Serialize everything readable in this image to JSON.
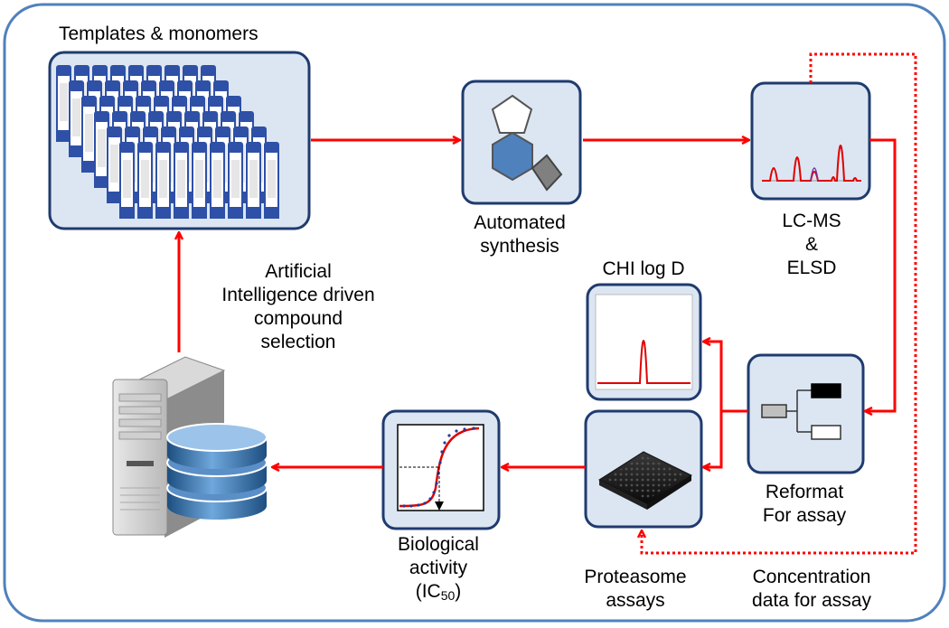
{
  "colors": {
    "frame": "#4f81bd",
    "box_fill": "#dce6f2",
    "box_border": "#1f3b6f",
    "arrow": "#ff0000",
    "vial_blue": "#2e50a6"
  },
  "icons": [
    "vial-rack-icon",
    "chemical-structure-icon",
    "chromatogram-icon",
    "chi-peak-icon",
    "microplate-icon",
    "tree-icon",
    "dose-response-curve-icon",
    "server-database-icon"
  ],
  "labels": {
    "templates": "Templates & monomers",
    "synthesis": [
      "Automated",
      "synthesis"
    ],
    "lcms": [
      "LC-MS",
      "&",
      "ELSD"
    ],
    "chi": "CHI log D",
    "reformat": [
      "Reformat",
      "For assay"
    ],
    "concentration": [
      "Concentration",
      "data for assay"
    ],
    "proteasome": [
      "Proteasome",
      "assays"
    ],
    "bio": [
      "Biological",
      "activity"
    ],
    "ic_open": "(IC",
    "ic_sub": "50",
    "ic_close": ")",
    "ai": [
      "Artificial",
      "Intelligence driven",
      "compound",
      "selection"
    ]
  }
}
